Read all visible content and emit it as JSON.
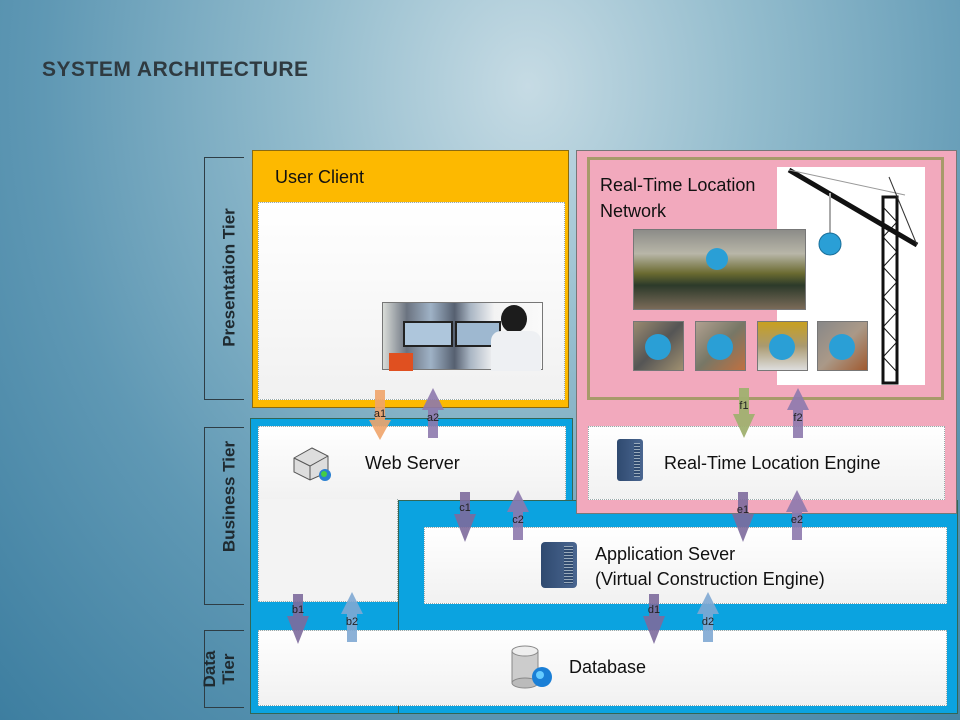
{
  "title": "SYSTEM ARCHITECTURE",
  "tiers": {
    "presentation": "Presentation Tier",
    "business": "Business Tier",
    "data_line1": "Data",
    "data_line2": "Tier"
  },
  "components": {
    "user_client": "User Client",
    "rtl_network_line1": "Real-Time Location",
    "rtl_network_line2": "Network",
    "web_server": "Web Server",
    "rtl_engine": "Real-Time Location Engine",
    "app_server_line1": "Application Sever",
    "app_server_line2": "(Virtual Construction Engine)",
    "database": "Database"
  },
  "arrows": {
    "a1": "a1",
    "a2": "a2",
    "b1": "b1",
    "b2": "b2",
    "c1": "c1",
    "c2": "c2",
    "d1": "d1",
    "d2": "d2",
    "e1": "e1",
    "e2": "e2",
    "f1": "f1",
    "f2": "f2"
  },
  "colors": {
    "client": "#fdb900",
    "business": "#0ba3e0",
    "rtl": "#f2a9bd",
    "down": "#7d6a9c",
    "up": "#8d79ad",
    "orange": "#f0a46a",
    "green": "#a0b070",
    "lightblue": "#7fa9d3"
  }
}
